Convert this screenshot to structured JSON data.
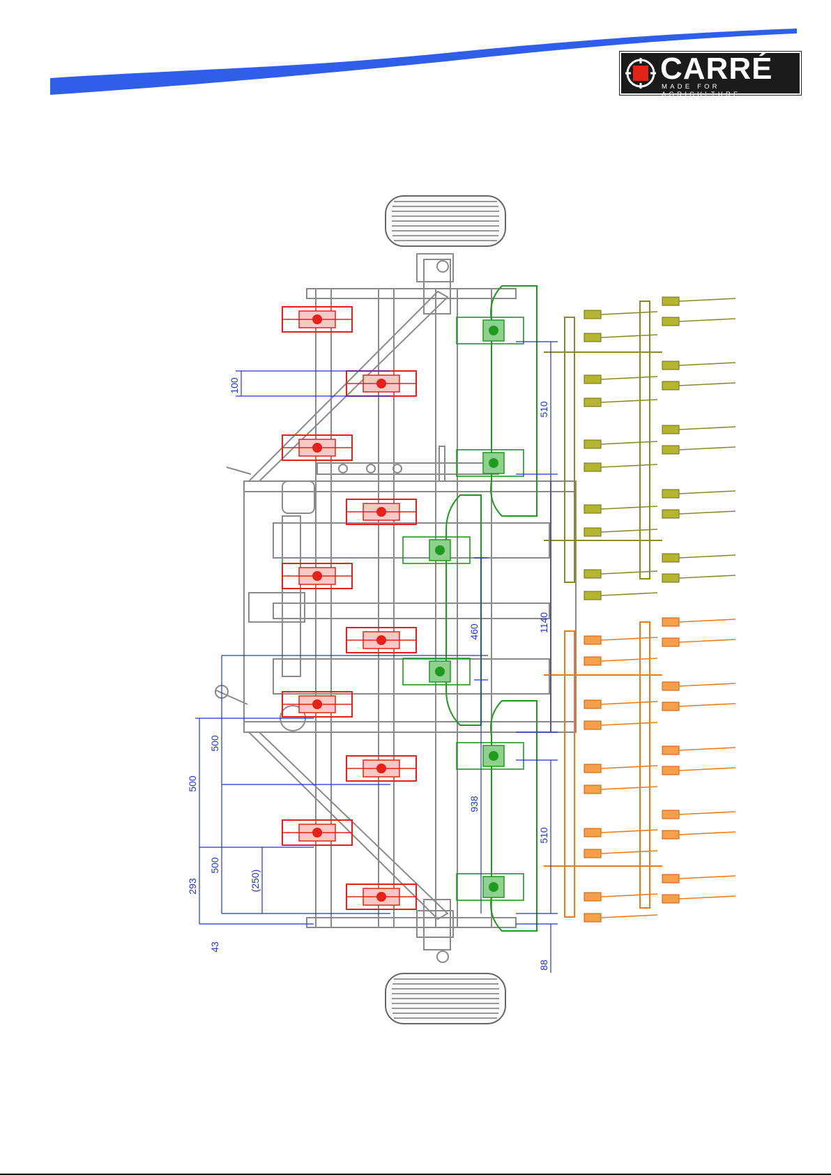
{
  "logo": {
    "brand": "CARRÉ",
    "tagline": "MADE FOR AGRICULTURE",
    "icon": "crosshair-square-icon"
  },
  "colors": {
    "swoosh": "#2f5fe8",
    "frame": "#8a8a8a",
    "dimension": "#1f35d8",
    "red_tines": "#e8201a",
    "green_discs": "#1e9a1e",
    "olive_harrow": "#8a8a22",
    "orange_harrow": "#f07a14"
  },
  "dimensions": {
    "d100": "100",
    "d510_top": "510",
    "d1140": "1140",
    "d460": "460",
    "d500_inner": "500",
    "d500_outer": "500",
    "d938": "938",
    "d510_bottom": "510",
    "d500_lower": "500",
    "d250": "(250)",
    "d293": "293",
    "d43": "43",
    "d88": "88"
  }
}
